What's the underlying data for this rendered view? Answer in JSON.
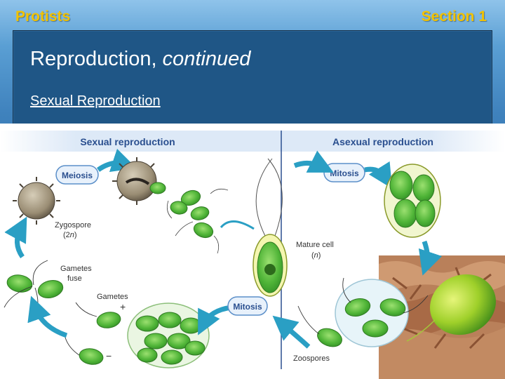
{
  "header": {
    "left_title": "Protists",
    "right_title": "Section 1"
  },
  "slide": {
    "title_main": "Reproduction, ",
    "title_italic": "continued",
    "subtitle": "Sexual Reproduction"
  },
  "figure": {
    "sexual_header": "Sexual reproduction",
    "asexual_header": "Asexual reproduction",
    "meiosis": "Meiosis",
    "mitosis_top": "Mitosis",
    "mitosis_bottom": "Mitosis",
    "zygospore": "Zygospore",
    "zygospore_ploidy_open": "(2",
    "zygospore_ploidy_n": "n",
    "zygospore_ploidy_close": ")",
    "gametes_fuse_line1": "Gametes",
    "gametes_fuse_line2": "fuse",
    "gametes": "Gametes",
    "plus": "+",
    "minus": "−",
    "mature_cell": "Mature cell",
    "mature_ploidy_open": "(",
    "mature_ploidy_n": "n",
    "mature_ploidy_close": ")",
    "zoospores": "Zoospores"
  },
  "colors": {
    "header_gold": "#f2c200",
    "panel_blue": "#1f5686",
    "cell_green": "#4fb437",
    "arrow_teal": "#2a9fc4",
    "label_blue": "#2a4f8f"
  }
}
